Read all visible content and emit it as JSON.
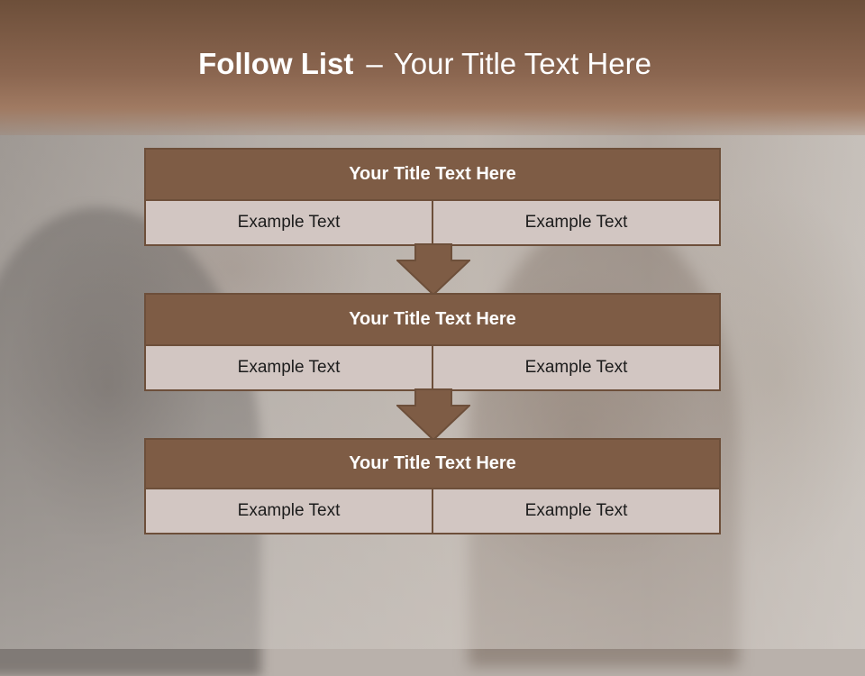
{
  "title": {
    "bold": "Follow List",
    "separator": "–",
    "rest": "Your Title Text Here"
  },
  "blocks": [
    {
      "header": "Your Title Text Here",
      "left": "Example Text",
      "right": "Example Text"
    },
    {
      "header": "Your Title Text Here",
      "left": "Example Text",
      "right": "Example Text"
    },
    {
      "header": "Your Title Text Here",
      "left": "Example Text",
      "right": "Example Text"
    }
  ],
  "colors": {
    "header_band": "#8b6650",
    "block_header": "#7e5c45",
    "block_cell": "#d2c6c2",
    "border": "#6d4f3a"
  }
}
